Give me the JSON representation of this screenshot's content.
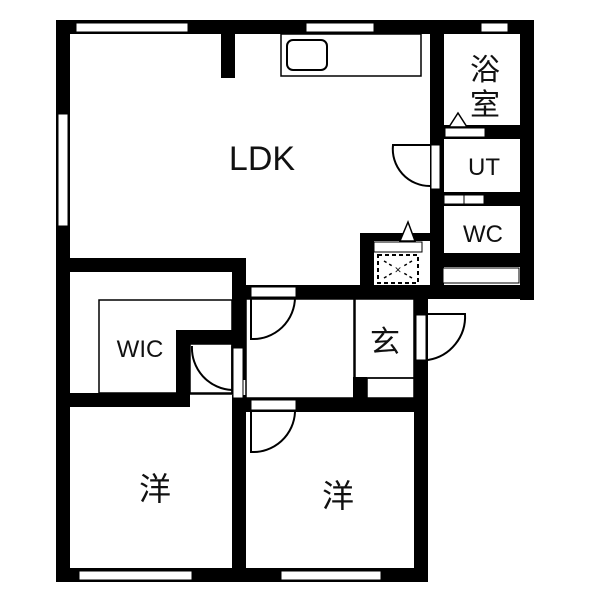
{
  "diagram": {
    "type": "floor-plan",
    "layout": "2LDK+WIC",
    "colors": {
      "wall": "#000000",
      "background": "#ffffff",
      "text": "#111111"
    },
    "rooms": {
      "ldk": {
        "label": "LDK"
      },
      "bath": {
        "label_line1": "浴",
        "label_line2": "室"
      },
      "utility": {
        "label": "UT"
      },
      "toilet": {
        "label": "WC"
      },
      "wic": {
        "label": "WIC"
      },
      "entrance": {
        "label": "玄"
      },
      "western_room_1": {
        "label": "洋"
      },
      "western_room_2": {
        "label": "洋"
      }
    }
  }
}
